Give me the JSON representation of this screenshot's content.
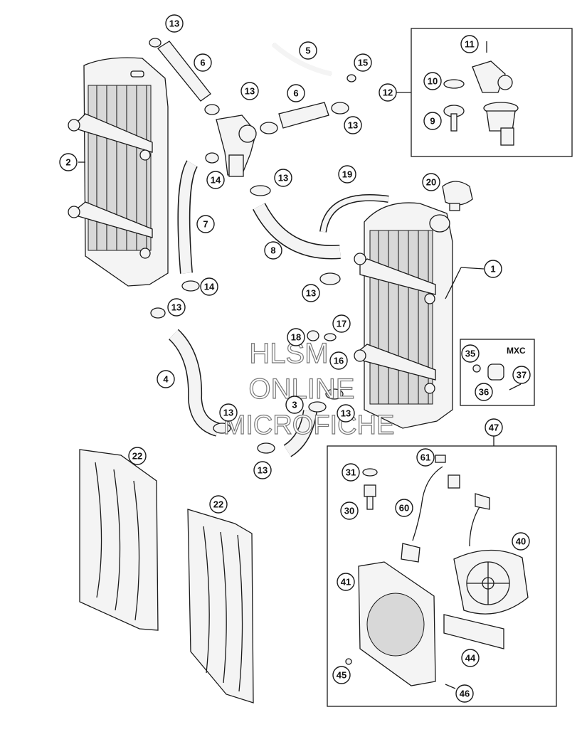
{
  "diagram": {
    "box_label": "MXC",
    "watermark": [
      "HLSM",
      "ONLINE",
      "MICROFICHE"
    ],
    "callouts": [
      {
        "id": "c13a",
        "label": "13"
      },
      {
        "id": "c6a",
        "label": "6"
      },
      {
        "id": "c5",
        "label": "5"
      },
      {
        "id": "c15",
        "label": "15"
      },
      {
        "id": "c11",
        "label": "11"
      },
      {
        "id": "c10",
        "label": "10"
      },
      {
        "id": "c12",
        "label": "12"
      },
      {
        "id": "c9",
        "label": "9"
      },
      {
        "id": "c2",
        "label": "2"
      },
      {
        "id": "c13b",
        "label": "13"
      },
      {
        "id": "c6b",
        "label": "6"
      },
      {
        "id": "c13c",
        "label": "13"
      },
      {
        "id": "c14a",
        "label": "14"
      },
      {
        "id": "c13d",
        "label": "13"
      },
      {
        "id": "c19",
        "label": "19"
      },
      {
        "id": "c20",
        "label": "20"
      },
      {
        "id": "c7",
        "label": "7"
      },
      {
        "id": "c8",
        "label": "8"
      },
      {
        "id": "c1",
        "label": "1"
      },
      {
        "id": "c14b",
        "label": "14"
      },
      {
        "id": "c13e",
        "label": "13"
      },
      {
        "id": "c13f",
        "label": "13"
      },
      {
        "id": "c17",
        "label": "17"
      },
      {
        "id": "c18",
        "label": "18"
      },
      {
        "id": "c16",
        "label": "16"
      },
      {
        "id": "c35",
        "label": "35"
      },
      {
        "id": "c37",
        "label": "37"
      },
      {
        "id": "c36",
        "label": "36"
      },
      {
        "id": "c4",
        "label": "4"
      },
      {
        "id": "c3",
        "label": "3"
      },
      {
        "id": "c13g",
        "label": "13"
      },
      {
        "id": "c13h",
        "label": "13"
      },
      {
        "id": "c47",
        "label": "47"
      },
      {
        "id": "c22a",
        "label": "22"
      },
      {
        "id": "c13i",
        "label": "13"
      },
      {
        "id": "c61",
        "label": "61"
      },
      {
        "id": "c31",
        "label": "31"
      },
      {
        "id": "c22b",
        "label": "22"
      },
      {
        "id": "c30",
        "label": "30"
      },
      {
        "id": "c60",
        "label": "60"
      },
      {
        "id": "c40",
        "label": "40"
      },
      {
        "id": "c41",
        "label": "41"
      },
      {
        "id": "c44",
        "label": "44"
      },
      {
        "id": "c45",
        "label": "45"
      },
      {
        "id": "c46",
        "label": "46"
      }
    ]
  }
}
